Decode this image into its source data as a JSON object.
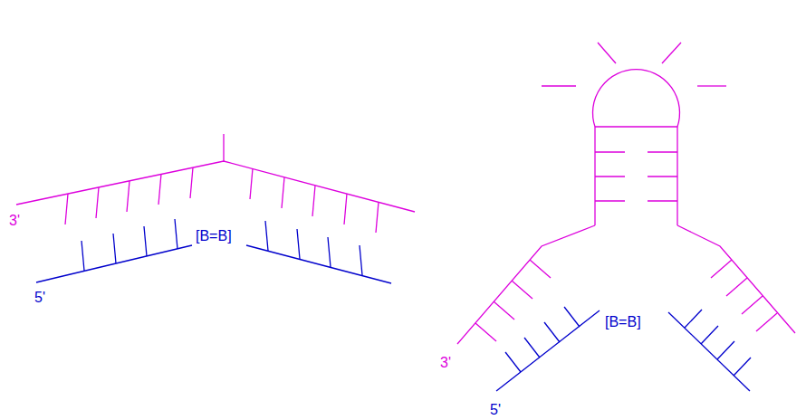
{
  "diagram": {
    "labels": [
      "3'",
      "[B=B]",
      "5'",
      "[B=B]",
      "3'",
      "5'"
    ]
  }
}
